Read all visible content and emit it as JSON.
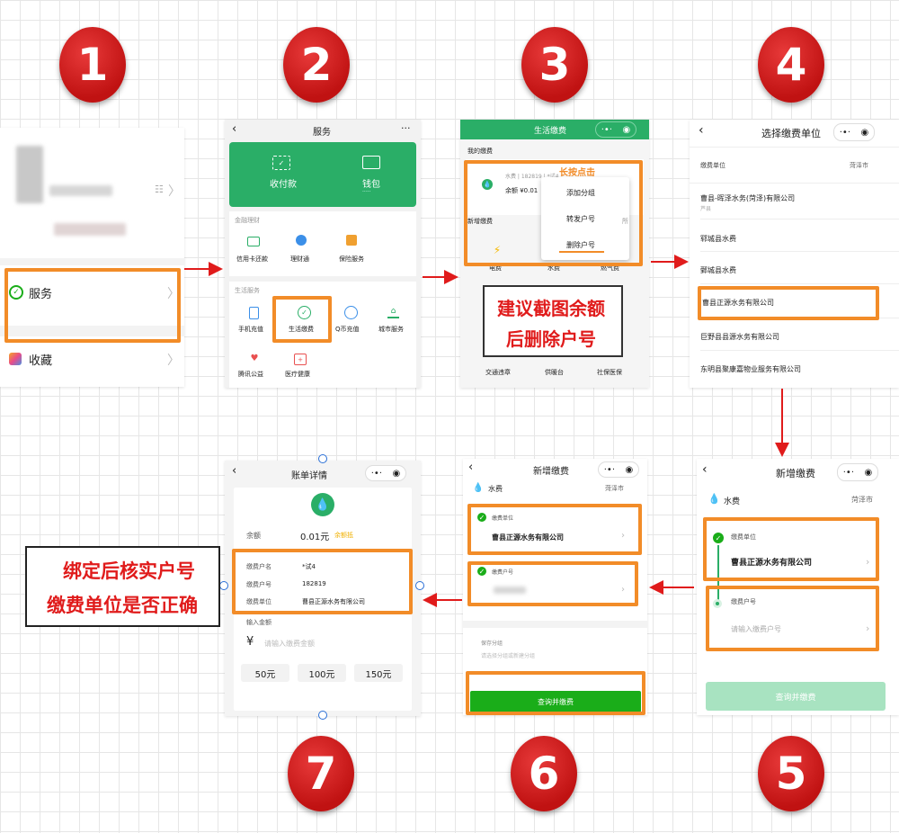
{
  "badges": [
    "1",
    "2",
    "3",
    "4",
    "5",
    "6",
    "7"
  ],
  "panel1": {
    "service": "服务",
    "favorites": "收藏"
  },
  "panel2": {
    "title": "服务",
    "more": "···",
    "pay": "收付款",
    "wallet": "钱包",
    "wallet_sub": "·····",
    "finance_section": "金融理财",
    "finance_items": [
      "信用卡还款",
      "理财通",
      "保险服务"
    ],
    "life_section": "生活服务",
    "life_items": [
      "手机充值",
      "生活缴费",
      "Q币充值",
      "城市服务"
    ],
    "more_items": [
      "腾讯公益",
      "医疗健康"
    ]
  },
  "panel3": {
    "title": "生活缴费",
    "my_bills": "我的缴费",
    "acct_line": "水费 | 182819 | *试4",
    "balance": "余额 ¥0.01",
    "longpress": "长按点击",
    "menu": [
      "添加分组",
      "转发户号",
      "删除户号"
    ],
    "new_bill": "新增缴费",
    "more_tag": "所",
    "cat_row1": [
      "电费",
      "水费",
      "燃气费"
    ],
    "cat_row2": [
      "交通违章",
      "供暖台",
      "社保医保"
    ],
    "notice_line1": "建议截图余额",
    "notice_line2": "后删除户号"
  },
  "panel4": {
    "title": "选择缴费单位",
    "label": "缴费单位",
    "city": "菏泽市",
    "companies": [
      "曹县-晖泽水务(菏泽)有限公司",
      "郓城县水费",
      "鄄城县水费",
      "曹县正源水务有限公司",
      "巨野县县源水务有限公司",
      "东明县聚康嘉物业服务有限公司"
    ],
    "first_sub": "芦县"
  },
  "panel5": {
    "title": "新增缴费",
    "water": "水费",
    "city": "菏泽市",
    "unit_label": "缴费单位",
    "unit_value": "曹县正源水务有限公司",
    "acct_label": "缴费户号",
    "acct_placeholder": "请输入缴费户号",
    "submit": "查询并缴费"
  },
  "panel6": {
    "title": "新增缴费",
    "water": "水费",
    "city": "菏泽市",
    "unit_label": "缴费单位",
    "unit_value": "曹县正源水务有限公司",
    "acct_label": "缴费户号",
    "group_label": "保存分组",
    "group_placeholder": "请选择分组或新建分组",
    "submit": "查询并缴费"
  },
  "panel7": {
    "title": "账单详情",
    "balance_label": "余额",
    "balance_value": "0.01元",
    "balance_tag": "余额抵",
    "fields": [
      {
        "label": "缴费户名",
        "value": "*试4"
      },
      {
        "label": "缴费户号",
        "value": "182819"
      },
      {
        "label": "缴费单位",
        "value": "曹县正源水务有限公司"
      }
    ],
    "amount_label": "输入金额",
    "currency": "¥",
    "amount_placeholder": "请输入缴费金额",
    "amounts": [
      "50元",
      "100元",
      "150元"
    ]
  },
  "note7": {
    "line1": "绑定后核实户号",
    "line2": "缴费单位是否正确"
  },
  "colors": {
    "wechat_green": "#1aad19",
    "highlight": "#f28c28",
    "badge_red": "#d41f1f",
    "arrow_red": "#e01b1b"
  }
}
